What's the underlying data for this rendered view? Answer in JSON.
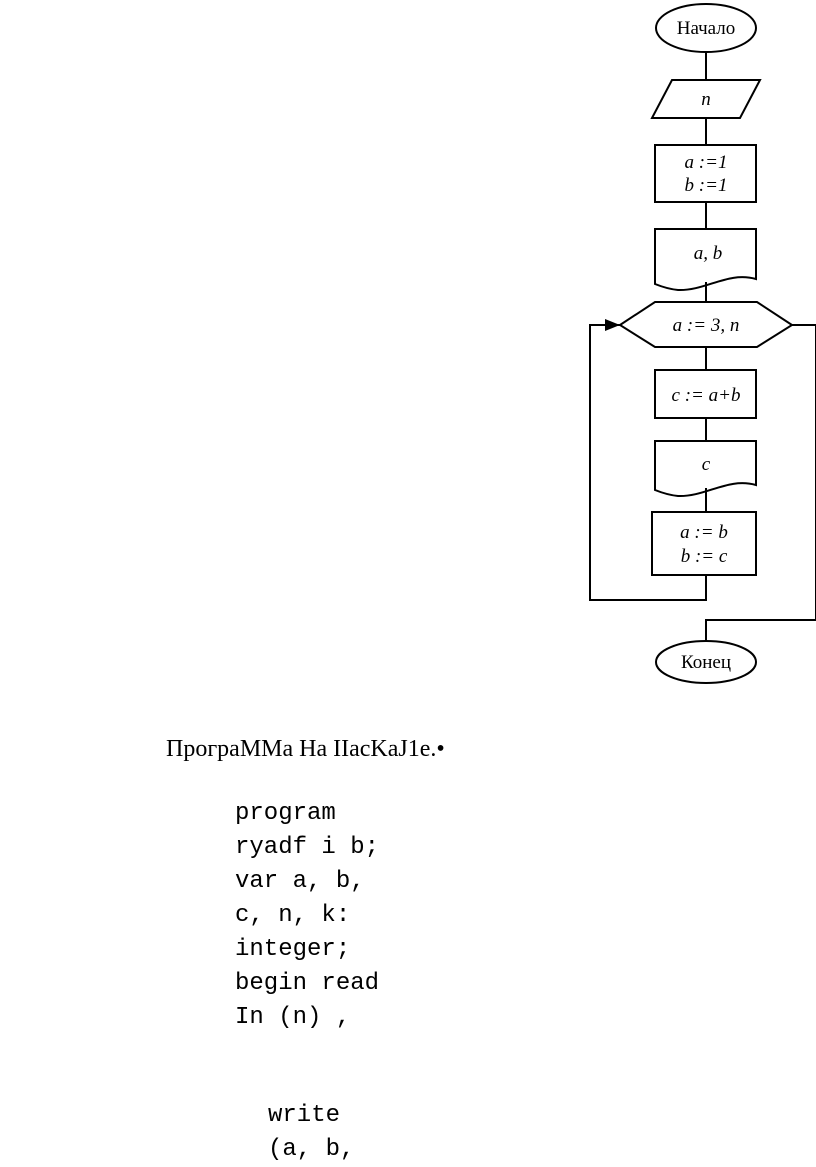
{
  "flowchart": {
    "start": "Начало",
    "input": "n",
    "init": [
      "a :=1",
      "b :=1"
    ],
    "output1": "a, b",
    "loop": "a := 3, n",
    "compute": "c := a+b",
    "output2": "c",
    "shift": [
      "a := b",
      "b := c"
    ],
    "end": "Конец"
  },
  "heading": "ПрограММа На IIасKaJ1e.•",
  "code_main": [
    "program",
    "ryadf i b;",
    "var a, b,",
    "c, n, k:",
    "integer;",
    "begin read",
    "In (n) ,"
  ],
  "code_tail": [
    "write",
    "(a, b,"
  ]
}
